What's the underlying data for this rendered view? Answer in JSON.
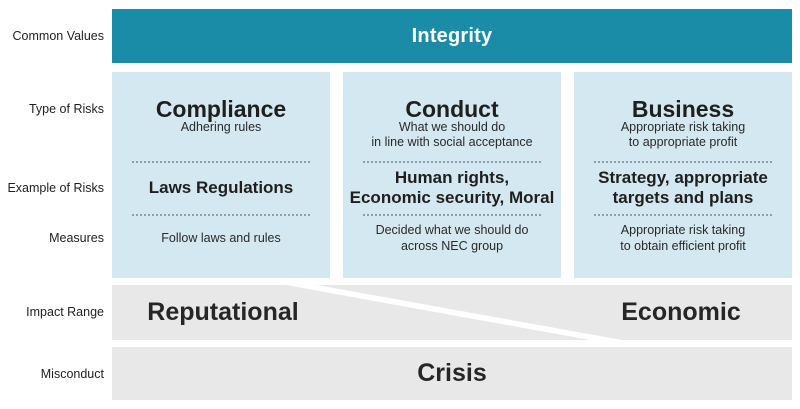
{
  "side_labels": {
    "common_values": "Common Values",
    "type_of_risks": "Type of Risks",
    "example_of_risks": "Example of Risks",
    "measures": "Measures",
    "impact_range": "Impact Range",
    "misconduct": "Misconduct"
  },
  "integrity": {
    "label": "Integrity"
  },
  "columns": [
    {
      "title": "Compliance",
      "subtitle": "Adhering rules",
      "example": "Laws Regulations",
      "measures": "Follow laws and rules"
    },
    {
      "title": "Conduct",
      "subtitle": "What we should do\nin line with social acceptance",
      "example": "Human rights,\nEconomic security, Moral",
      "measures": "Decided what we should do\nacross NEC group"
    },
    {
      "title": "Business",
      "subtitle": "Appropriate risk taking\nto appropriate profit",
      "example": "Strategy, appropriate\ntargets and plans",
      "measures": "Appropriate risk taking\nto obtain efficient profit"
    }
  ],
  "impact_range": {
    "left": "Reputational",
    "right": "Economic"
  },
  "misconduct_band": {
    "label": "Crisis"
  },
  "colors": {
    "teal": "#1b8ca8",
    "light_blue": "#d3e8f0",
    "gray_band": "#e8e8e8",
    "text_dark": "#1f1f1f",
    "dash": "#8ba0aa"
  }
}
